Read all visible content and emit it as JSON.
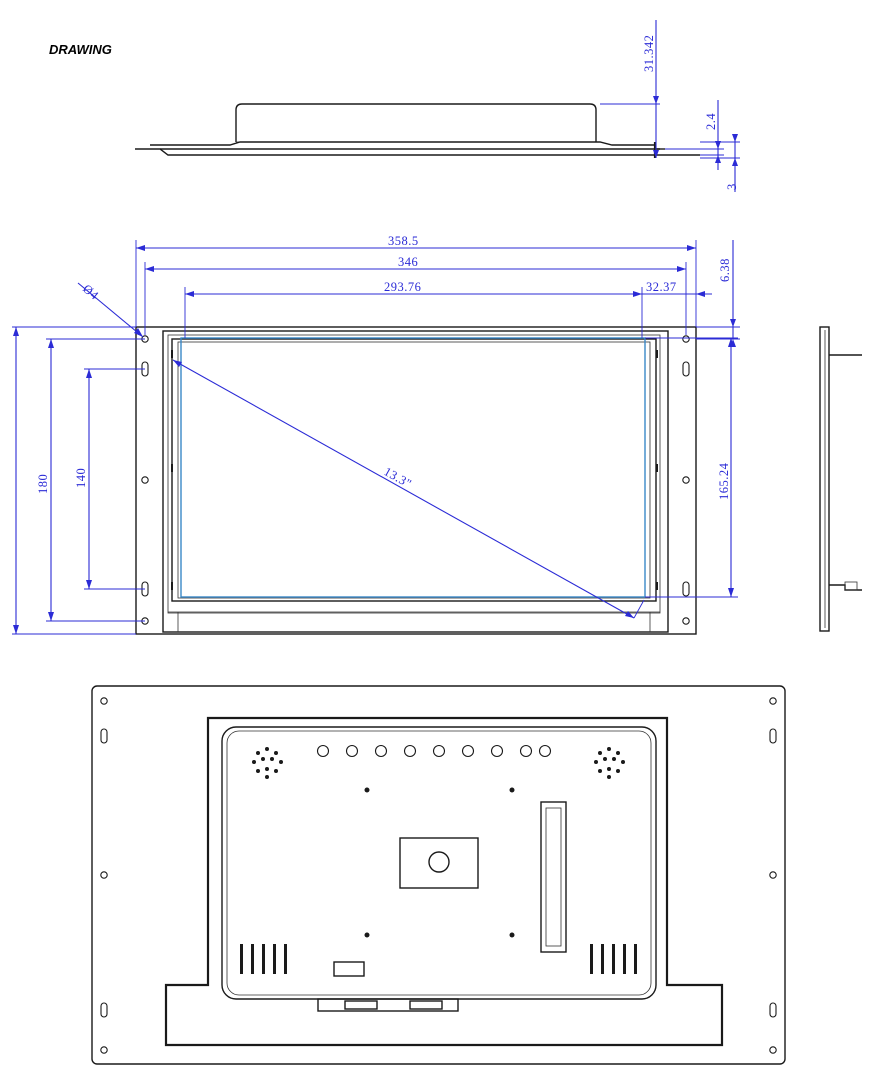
{
  "header": {
    "title": "DRAWING"
  },
  "dimensions": {
    "total_depth": "31.342",
    "flange_thickness": "2.4",
    "bezel_thickness": "3",
    "overall_width": "358.5",
    "hole_span_width": "346",
    "active_area_width": "293.76",
    "edge_offset": "32.37",
    "top_offset": "6.38",
    "hole_diameter": "Ø4",
    "overall_height": "180",
    "hole_span_height": "140",
    "active_area_height": "165.24",
    "diagonal": "13.3\""
  },
  "colors": {
    "dimension": "#2b2bd6",
    "outline": "#1a1a1a",
    "panel": "#3a88c8"
  }
}
